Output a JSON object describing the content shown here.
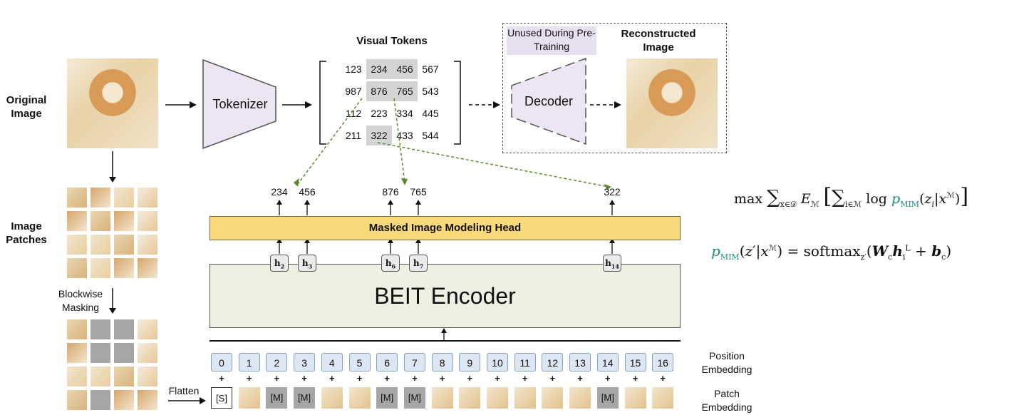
{
  "labels": {
    "original_image": "Original Image",
    "image_patches": "Image Patches",
    "blockwise_masking": "Blockwise Masking",
    "flatten": "Flatten",
    "tokenizer": "Tokenizer",
    "visual_tokens": "Visual Tokens",
    "unused_during_pretraining": "Unused During Pre-Training",
    "decoder": "Decoder",
    "reconstructed_image": "Reconstructed Image",
    "mim_head": "Masked Image Modeling Head",
    "encoder": "BEIT Encoder",
    "position_embedding": "Position Embedding",
    "patch_embedding": "Patch Embedding"
  },
  "visual_tokens": [
    [
      "123",
      "234",
      "456",
      "567"
    ],
    [
      "987",
      "876",
      "765",
      "543"
    ],
    [
      "112",
      "223",
      "334",
      "445"
    ],
    [
      "211",
      "322",
      "433",
      "544"
    ]
  ],
  "predicted_tokens": [
    "234",
    "456",
    "876",
    "765",
    "322"
  ],
  "hidden_states": [
    "h2",
    "h3",
    "h6",
    "h7",
    "h14"
  ],
  "positions": [
    "0",
    "1",
    "2",
    "3",
    "4",
    "5",
    "6",
    "7",
    "8",
    "9",
    "10",
    "11",
    "12",
    "13",
    "14",
    "15",
    "16"
  ],
  "patch_embeddings": [
    "[S]",
    "",
    "[M]",
    "[M]",
    "",
    "",
    "[M]",
    "[M]",
    "",
    "",
    "",
    "",
    "",
    "",
    "[M]",
    "",
    ""
  ],
  "equations": {
    "objective": "max Σ_{x∈D} E_M [ Σ_{i∈M} log p_MIM(z_i | x^M) ]",
    "softmax": "p_MIM(z′ | x^M) = softmax_z′(W_c h_i^L + b_c)"
  },
  "colors": {
    "tokenizer_fill": "#ece6f4",
    "head_fill": "#f9d97a",
    "encoder_fill": "#eef0e2",
    "pos_fill": "#dde6f3",
    "masked_gray": "#a5a5a8",
    "formula_teal": "#1a8a7a"
  }
}
